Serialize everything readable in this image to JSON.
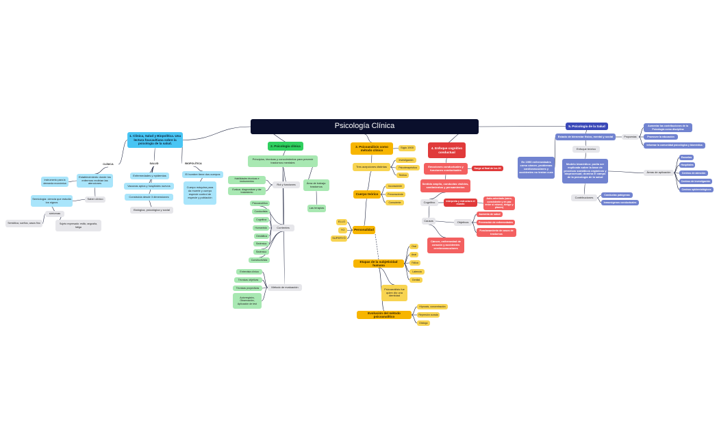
{
  "root": "Psicología Clínica",
  "b1": {
    "title": "1. Clínica, Salud y Biopolítica. Una lectura foucaultiana sobre la psicología de la salud.",
    "clinica": {
      "label": "CLÍNICA",
      "establecimiento": "Establecimiento donde los enfermos recibían las atenciones",
      "instrumento": "Instrumento para la demanda económica",
      "sabercl": "Saber clínico",
      "semiologia": "Semiología: ciencia que estudia los signos",
      "sintomas": "síntomas",
      "sintomas_a": "Semiótica, sueños, casos fino",
      "sintomas_b": "Sujeto expresado: estilo, angustia, fatiga"
    },
    "salud": {
      "label": "SALUD",
      "enfermedades": "Enfermedades y epidemias",
      "vacunas": "Vacunas aptos y hospitales nuevos",
      "construida": "Construida desde 3 dimensiones",
      "biologica": "Biológica, psicológica y social"
    },
    "biopolitica": {
      "label": "BIOPOLÍTICA",
      "hombre": "El hombre tiene dos cuerpos",
      "cuerpo": "Cuerpo máquina para da muerte y cuerpo especie control de especie y población"
    }
  },
  "b2": {
    "title": "2. Psicología clínica",
    "principios": "Principios, técnicas y conocimientos para prevenir trastornos mentales",
    "rol": "Rol y funciones",
    "habilidades": "Habilidades técnicas e instrumentos",
    "evaluar": "Evaluar, diagnosticar y dar tratamiento",
    "area": "Área de trabajo: trastornos",
    "terapias": "Las terapias",
    "corrientes": "Corrientes",
    "corrientes_items": [
      "Psicoanalítica",
      "Conductista",
      "Cognitiva",
      "Humanista",
      "Gestáltica",
      "Sistémica",
      "Sistémico",
      "Constructivista"
    ],
    "metodo": "Método de evaluación",
    "metodo_items": [
      "Entrevista clínica",
      "Técnicas objetivas",
      "Técnicas proyectivas",
      "Autorregistro, Observación, Aplicación de test"
    ]
  },
  "b3": {
    "title": "3. Psicoanálisis como método clínico",
    "siglo": "Siglo 1900",
    "tres": "Tres acepciones distintas",
    "tres_items": [
      "Investigación",
      "Psicoterapéutica",
      "Teórica"
    ],
    "cuerpo": "Cuerpo teórico",
    "cuerpo_items": [
      "Inconsciente",
      "Preconsciente",
      "Consciente"
    ],
    "personalidad": "Personalidad",
    "ello": "ELLO",
    "yo": "YO",
    "superyo": "SUPERYÓ",
    "etapas": "Etapas de la subjetividad humana",
    "etapas_items": [
      "Oral",
      "Anal",
      "Fálica",
      "Latencia",
      "Genital"
    ],
    "evolucion": "Evolución del método psicoanalítico",
    "evolucion_items": [
      "Hipnosis, concentración",
      "Represión curada",
      "Diálogo"
    ],
    "quien": "Psicoanálisis fue quien dio una identidad"
  },
  "b4": {
    "title": "4. Enfoque cognitivo conductual",
    "emociones": "Emociones conductuales y funciones conductuales",
    "surge": "Surge al final de los 20",
    "sentido": "Sentido amplio, conductas visibles, sentimientos y pensamientos",
    "cognitivo": "Cognitivo",
    "interpreta": "Interpreta y estructura el mundo",
    "auto": "Auto-orientado (sano, consistente y en paz entre sí mismo, riesgo y planes)",
    "causas": "Causas",
    "objetivos": "Objetivos",
    "objetivos_items": [
      "Aumento de salud",
      "Prevención de enfermedades",
      "Funcionamiento de casos de trastornos"
    ],
    "cancer": "Cáncer, enfermedad de corazón y accidentes cerebrovasculares"
  },
  "b5": {
    "title": "5. Psicología de la Salud",
    "estado": "Estado de bienestar físico, mental y social",
    "propuestas": "Propuestas",
    "propuestas_items": [
      "Aumentar las contribuciones de la Psicología como disciplina",
      "Promover la educación",
      "Informar la comunidad psicológica y biomédica"
    ],
    "en1990": "En 1990 enfermedades como cáncer, problemas cardiovasculares y accidentes no tenían cura",
    "enfoque": "Enfoque teórico",
    "modelo": "Modelo biomédico: podía ser explicada sobre la base de procesos somáticos orgánicos y bioprocesual; domina el campo de la psicología de la salud",
    "areas": "Áreas de aplicación",
    "areas_items": [
      "Escuelas",
      "Hospitales",
      "Centros de atención",
      "Centros de investigación",
      "Centros epidemiológicos"
    ],
    "contribuciones": "Contribuciones",
    "contribuciones_items": [
      "Conductas patógenas",
      "Inmunógenos conductuales"
    ]
  },
  "colors": {
    "root": "#0a0f2c",
    "blue": "#48c5f4",
    "green": "#2fcf5f",
    "yellow": "#f7b500",
    "red": "#e03a3a",
    "purple": "#3a48b8"
  }
}
